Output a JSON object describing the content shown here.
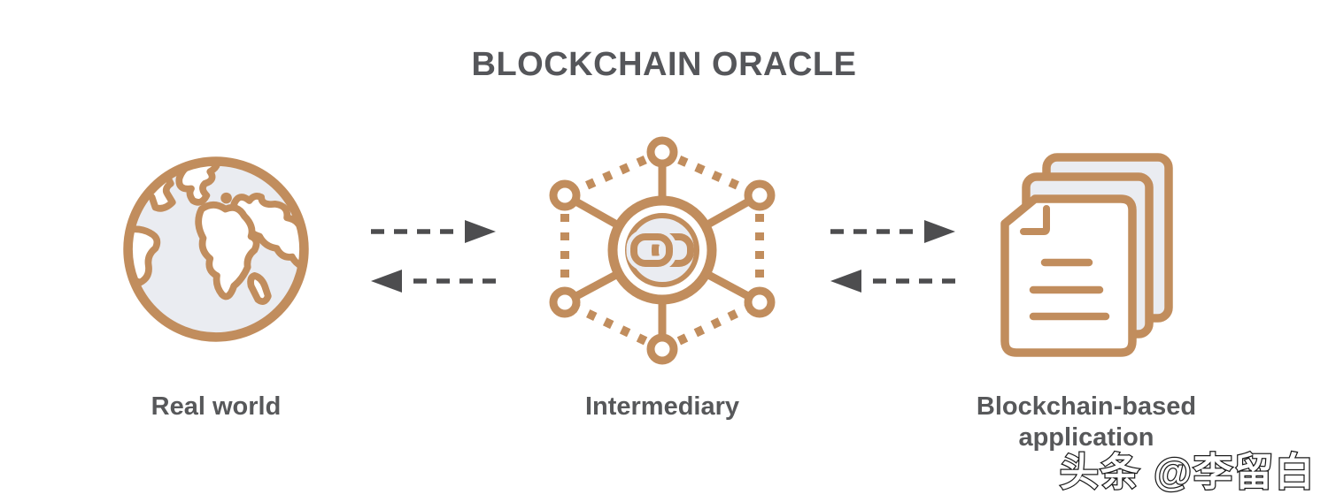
{
  "title": "BLOCKCHAIN ORACLE",
  "diagram": {
    "nodes": [
      {
        "id": "real-world",
        "label": "Real world",
        "icon": "globe-icon"
      },
      {
        "id": "intermediary",
        "label": "Intermediary",
        "icon": "network-hub-chain-icon"
      },
      {
        "id": "blockchain-application",
        "label": "Blockchain-based application",
        "label_lines": [
          "Blockchain-based",
          "application"
        ],
        "icon": "documents-stack-icon"
      }
    ],
    "connections": [
      {
        "from": "Real world",
        "to": "Intermediary",
        "style": "dashed-arrow",
        "direction": "right"
      },
      {
        "from": "Intermediary",
        "to": "Real world",
        "style": "dashed-arrow",
        "direction": "left"
      },
      {
        "from": "Intermediary",
        "to": "Blockchain-based application",
        "style": "dashed-arrow",
        "direction": "right"
      },
      {
        "from": "Blockchain-based application",
        "to": "Intermediary",
        "style": "dashed-arrow",
        "direction": "left"
      }
    ]
  },
  "watermark": {
    "text": "头条 @李留白"
  },
  "colors": {
    "accent_tan": "#c18d5d",
    "icon_light_fill": "#eaecf1",
    "heading_text": "#55565a",
    "label_text": "#57585a",
    "arrow_dark": "#4d4d4f",
    "background": "#ffffff",
    "watermark_fill": "#ffffff",
    "watermark_outline": "#1a1a1a"
  }
}
